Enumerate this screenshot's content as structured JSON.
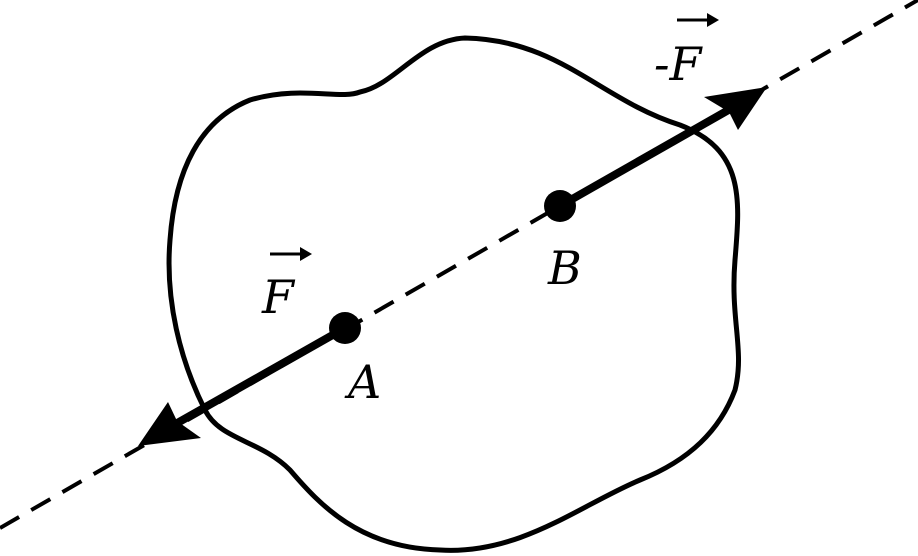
{
  "diagram": {
    "labels": {
      "point_a": "A",
      "point_b": "B",
      "force_f": "F",
      "force_neg_f": "-F"
    },
    "colors": {
      "stroke": "#000000",
      "background": "#ffffff"
    }
  }
}
